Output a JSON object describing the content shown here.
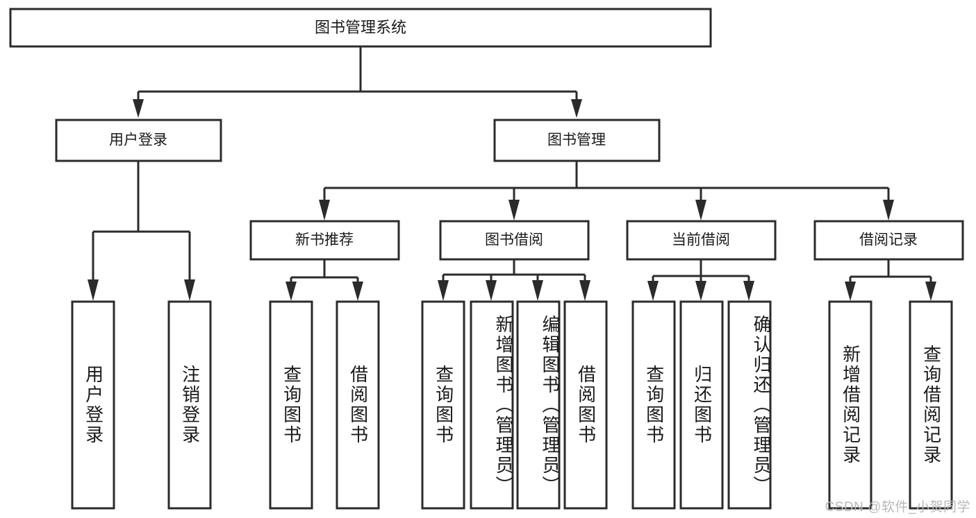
{
  "diagram": {
    "title": "图书管理系统",
    "watermark": "CSDN @软件_小贺同学",
    "colors": {
      "stroke": "#2b2b2b",
      "fill": "#ffffff",
      "text": "#1a1a1a",
      "watermark": "#b8b8b8"
    },
    "root": {
      "label": "图书管理系统"
    },
    "level1": [
      {
        "label": "用户登录"
      },
      {
        "label": "图书管理"
      }
    ],
    "level2": [
      {
        "label": "新书推荐"
      },
      {
        "label": "图书借阅"
      },
      {
        "label": "当前借阅"
      },
      {
        "label": "借阅记录"
      }
    ],
    "leaves": {
      "user_login": [
        {
          "label": "用户登录"
        },
        {
          "label": "注销登录"
        }
      ],
      "new_book_recommend": [
        {
          "label": "查询图书"
        },
        {
          "label": "借阅图书"
        }
      ],
      "book_borrow": [
        {
          "label": "查询图书"
        },
        {
          "label": "新增图书（管理员）"
        },
        {
          "label": "编辑图书（管理员）"
        },
        {
          "label": "借阅图书"
        }
      ],
      "current_borrow": [
        {
          "label": "查询图书"
        },
        {
          "label": "归还图书"
        },
        {
          "label": "确认归还（管理员）"
        }
      ],
      "borrow_record": [
        {
          "label": "新增借阅记录"
        },
        {
          "label": "查询借阅记录"
        }
      ]
    }
  },
  "chart_data": {
    "type": "tree",
    "title": "图书管理系统",
    "nodes": [
      {
        "id": "root",
        "label": "图书管理系统",
        "level": 0,
        "parent": null
      },
      {
        "id": "l1-0",
        "label": "用户登录",
        "level": 1,
        "parent": "root"
      },
      {
        "id": "l1-1",
        "label": "图书管理",
        "level": 1,
        "parent": "root"
      },
      {
        "id": "l2-0",
        "label": "用户登录",
        "level": 2,
        "parent": "l1-0"
      },
      {
        "id": "l2-1",
        "label": "注销登录",
        "level": 2,
        "parent": "l1-0"
      },
      {
        "id": "l2-2",
        "label": "新书推荐",
        "level": 2,
        "parent": "l1-1"
      },
      {
        "id": "l2-3",
        "label": "图书借阅",
        "level": 2,
        "parent": "l1-1"
      },
      {
        "id": "l2-4",
        "label": "当前借阅",
        "level": 2,
        "parent": "l1-1"
      },
      {
        "id": "l2-5",
        "label": "借阅记录",
        "level": 2,
        "parent": "l1-1"
      },
      {
        "id": "l3-0",
        "label": "查询图书",
        "level": 3,
        "parent": "l2-2"
      },
      {
        "id": "l3-1",
        "label": "借阅图书",
        "level": 3,
        "parent": "l2-2"
      },
      {
        "id": "l3-2",
        "label": "查询图书",
        "level": 3,
        "parent": "l2-3"
      },
      {
        "id": "l3-3",
        "label": "新增图书（管理员）",
        "level": 3,
        "parent": "l2-3"
      },
      {
        "id": "l3-4",
        "label": "编辑图书（管理员）",
        "level": 3,
        "parent": "l2-3"
      },
      {
        "id": "l3-5",
        "label": "借阅图书",
        "level": 3,
        "parent": "l2-3"
      },
      {
        "id": "l3-6",
        "label": "查询图书",
        "level": 3,
        "parent": "l2-4"
      },
      {
        "id": "l3-7",
        "label": "归还图书",
        "level": 3,
        "parent": "l2-4"
      },
      {
        "id": "l3-8",
        "label": "确认归还（管理员）",
        "level": 3,
        "parent": "l2-4"
      },
      {
        "id": "l3-9",
        "label": "新增借阅记录",
        "level": 3,
        "parent": "l2-5"
      },
      {
        "id": "l3-10",
        "label": "查询借阅记录",
        "level": 3,
        "parent": "l2-5"
      }
    ]
  }
}
